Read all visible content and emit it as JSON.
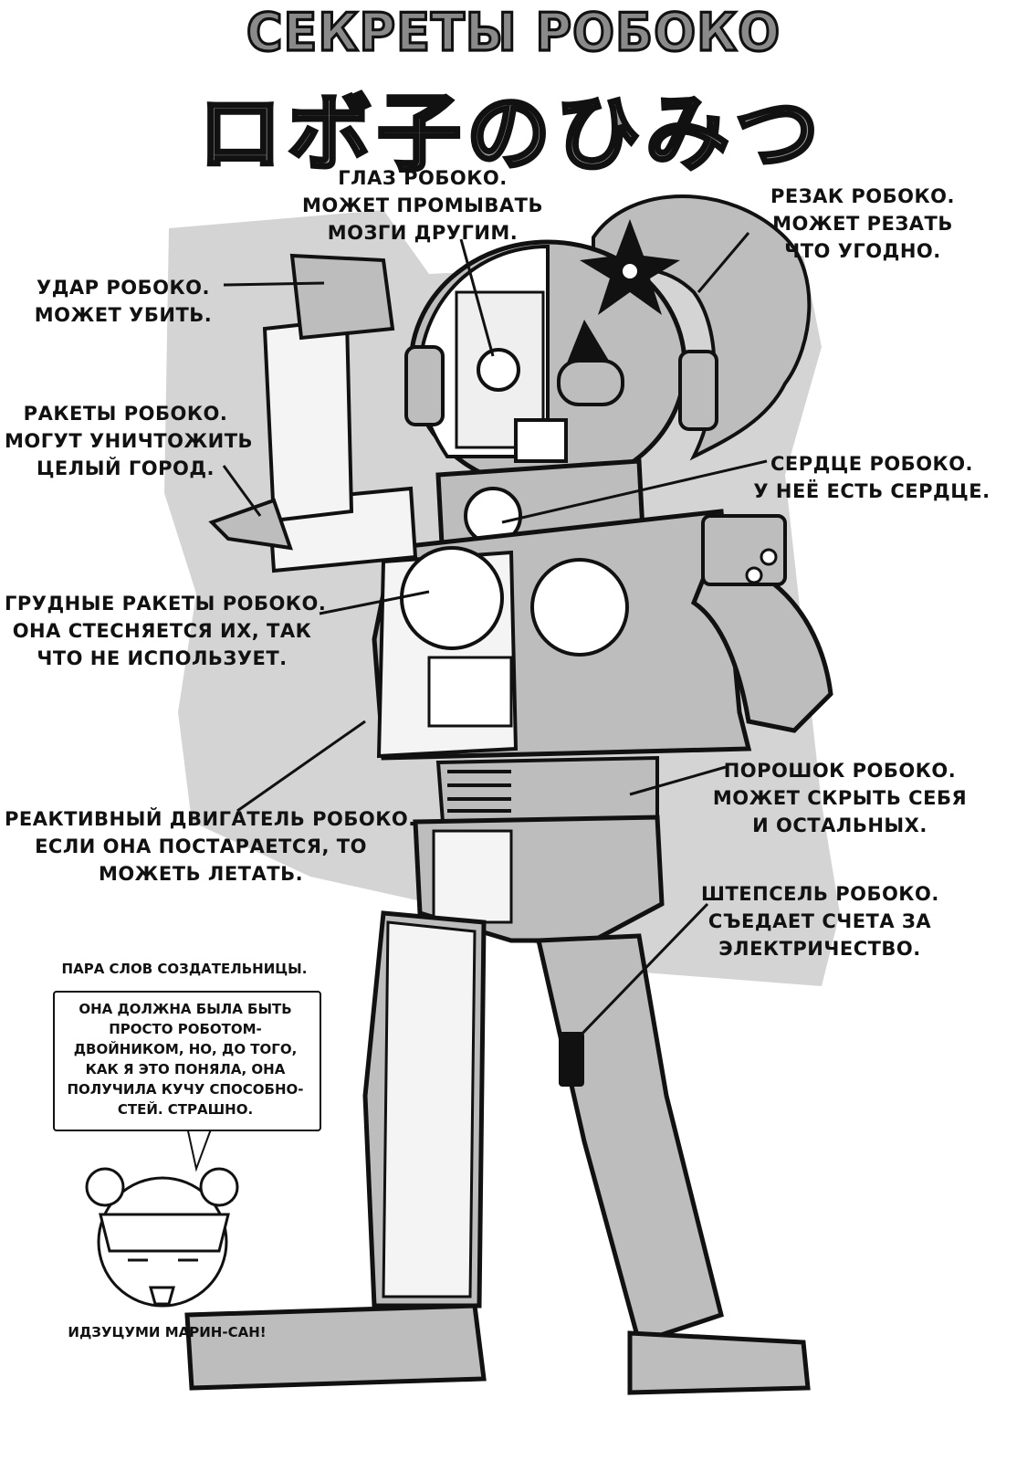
{
  "title": {
    "ru": "СЕКРЕТЫ РОБОКО",
    "jp": "ロボ子のひみつ"
  },
  "labels": {
    "eye": [
      "ГЛАЗ РОБОКО.",
      "МОЖЕТ ПРОМЫВАТЬ",
      "МОЗГИ ДРУГИМ."
    ],
    "cutter": [
      "РЕЗАК РОБОКО.",
      "МОЖЕТ РЕЗАТЬ",
      "ЧТО УГОДНО."
    ],
    "punch": [
      "УДАР РОБОКО.",
      "МОЖЕТ УБИТЬ."
    ],
    "rockets": [
      "РАКЕТЫ РОБОКО.",
      "МОГУТ УНИЧТОЖИТЬ",
      "ЦЕЛЫЙ ГОРОД."
    ],
    "heart": [
      "СЕРДЦЕ РОБОКО.",
      "У НЕЁ ЕСТЬ СЕРДЦЕ."
    ],
    "chest_rockets": [
      "ГРУДНЫЕ РАКЕТЫ РОБОКО.",
      "ОНА СТЕСНЯЕТСЯ ИХ, ТАК",
      "ЧТО НЕ ИСПОЛЬЗУЕТ."
    ],
    "powder": [
      "ПОРОШОК РОБОКО.",
      "МОЖЕТ СКРЫТЬ СЕБЯ",
      "И ОСТАЛЬНЫХ."
    ],
    "jet": [
      "РЕАКТИВНЫЙ ДВИГАТЕЛЬ РОБОКО.",
      "ЕСЛИ ОНА ПОСТАРАЕТСЯ, ТО",
      "МОЖЕТЬ ЛЕТАТЬ."
    ],
    "plug": [
      "ШТЕПСЕЛЬ РОБОКО.",
      "СЪЕДАЕТ СЧЕТА ЗА",
      "ЭЛЕКТРИЧЕСТВО."
    ]
  },
  "author_note": {
    "title": "ПАРА СЛОВ СОЗДАТЕЛЬНИЦЫ.",
    "lines": [
      "ОНА ДОЛЖНА БЫЛА БЫТЬ",
      "ПРОСТО РОБОТОМ-",
      "ДВОЙНИКОМ, НО, ДО ТОГО,",
      "КАК Я ЭТО ПОНЯЛА, ОНА",
      "ПОЛУЧИЛА КУЧУ СПОСОБНО-",
      "СТЕЙ. СТРАШНО."
    ],
    "signature": "ИДЗУЦУМИ МАРИН-САН!"
  },
  "colors": {
    "ink": "#111111",
    "screentone": "#d4d4d4",
    "midtone": "#a9a9a9",
    "paper": "#ffffff"
  }
}
